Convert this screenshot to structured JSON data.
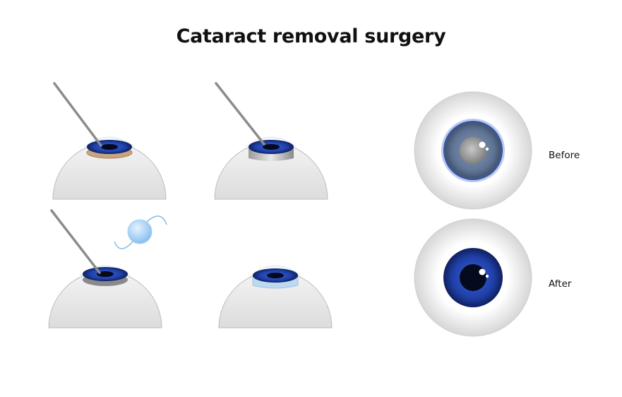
{
  "title": "Cataract removal surgery",
  "steps": [
    {
      "id": "step-1",
      "name": "incision-with-probe"
    },
    {
      "id": "step-2",
      "name": "lens-removal"
    },
    {
      "id": "step-3",
      "name": "lens-implant-insertion"
    },
    {
      "id": "step-4",
      "name": "implant-in-place"
    }
  ],
  "comparison": {
    "before_label": "Before",
    "after_label": "After"
  },
  "colors": {
    "iris_blue": "#1f3fa8",
    "cloudy_iris": "#6c7f9c",
    "cataract_lens": "#c9a57f",
    "implant_lens": "#bcd9f0",
    "instrument": "#8c8c8c"
  }
}
